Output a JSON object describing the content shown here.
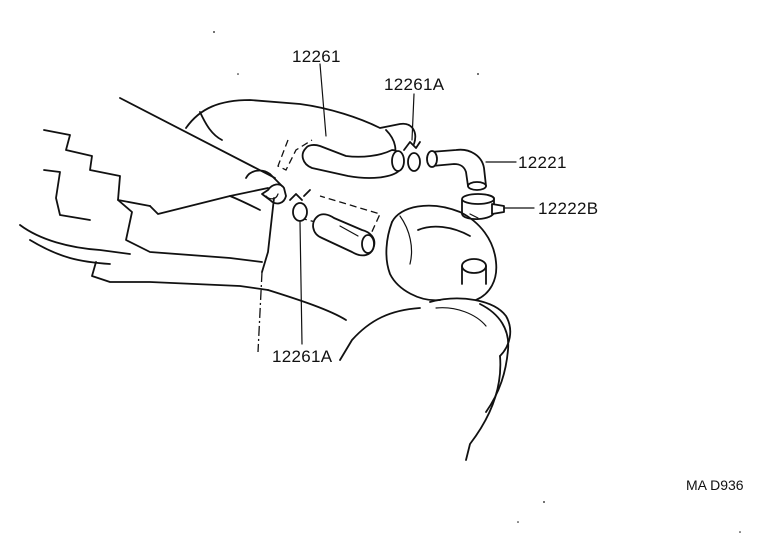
{
  "part_labels": {
    "hose_upper": "12261",
    "clip_upper": "12261A",
    "pipe": "12221",
    "clamp": "12222B",
    "clip_lower": "12261A"
  },
  "figure_code": "MA D936"
}
